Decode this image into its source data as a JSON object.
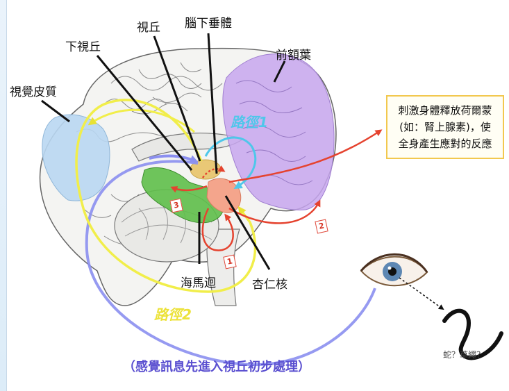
{
  "labels": {
    "thalamus": "視丘",
    "pituitary": "腦下垂體",
    "hypothalamus": "下視丘",
    "prefrontal": "前額葉",
    "visual_cortex": "視覺皮質",
    "hippocampus": "海馬迴",
    "amygdala": "杏仁核"
  },
  "pathways": {
    "path1": "路徑1",
    "path2": "路徑2"
  },
  "info_box": {
    "line1": "刺激身體釋放荷爾蒙",
    "line2": "(如：腎上腺素)，使",
    "line3": "全身產生應對的反應"
  },
  "badges": {
    "b1": "1",
    "b2": "2",
    "b3": "3"
  },
  "caption": "（感覺訊息先進入視丘初步處理）",
  "snake_question": "蛇？草繩？",
  "colors": {
    "prefrontal": "#c7a6ef",
    "visual_cortex": "#b9d7f2",
    "hippocampus": "#5fbf4a",
    "amygdala": "#f4a58c",
    "thalamus": "#e9c876",
    "path1": "#5ad0ee",
    "path2": "#f1ee4a",
    "arrows_red": "#e5432f",
    "blue_loop": "#8b8ff0",
    "caption": "#5a4fd0"
  }
}
